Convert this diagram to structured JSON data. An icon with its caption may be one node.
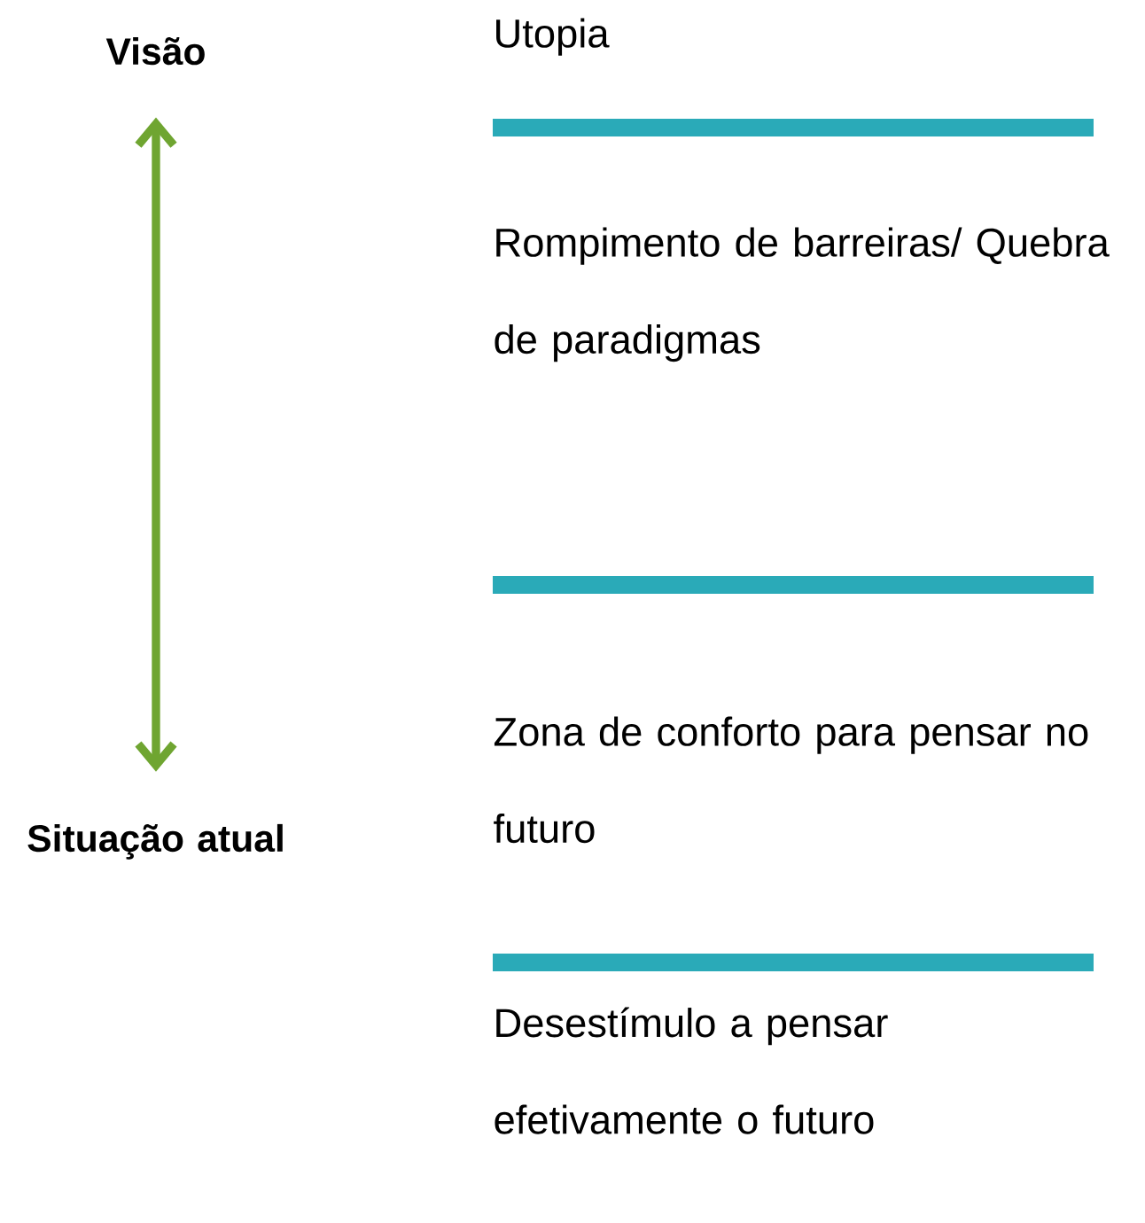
{
  "diagram": {
    "nodes": [
      {
        "text": [
          "Visão"
        ]
      },
      {
        "text": [
          "Situação atual"
        ]
      }
    ],
    "edges": [
      {
        "from": 0,
        "to": 1,
        "arrow": "both",
        "color": "#6fa531"
      }
    ],
    "labels": [
      "Utopia",
      "Rompimento de barreiras/ Quebra de paradigmas",
      "Zona de conforto para pensar no futuro",
      "Desestímulo a pensar efetivamente o futuro"
    ]
  }
}
